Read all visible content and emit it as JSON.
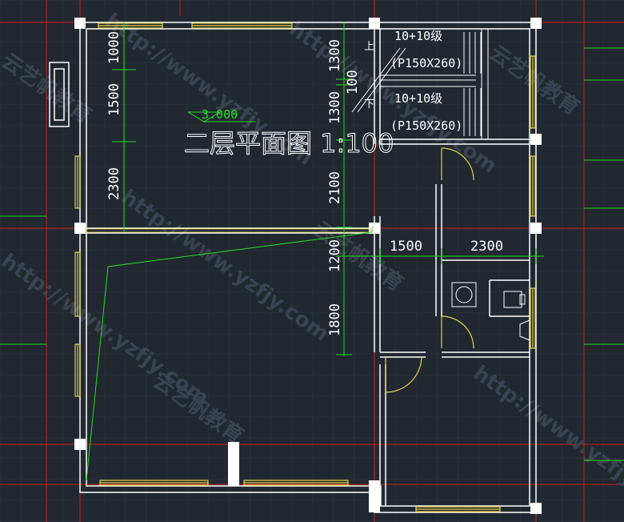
{
  "drawing": {
    "title": "二层平面图 1:100",
    "elevation": "3.000",
    "dimensions": {
      "left_column": [
        "1000",
        "1500",
        "2300"
      ],
      "middle_column_top": [
        "1300",
        "100",
        "1300",
        "2100"
      ],
      "middle_column_bottom": [
        "1200",
        "1800"
      ],
      "right_row": [
        "1500",
        "2300"
      ]
    },
    "stair": {
      "up_label": "上",
      "down_label": "下",
      "up_steps": "10+10级",
      "up_size": "(P150X260)",
      "down_steps": "10+10级",
      "down_size": "(P150X260)"
    },
    "watermarks": {
      "url": "http://www.yzfjy.com",
      "brand": "云艺帆教育"
    }
  },
  "colors": {
    "background": "#212830",
    "grid": "#2c3440",
    "wall": "#ffffff",
    "window": "#e6d34a",
    "axis": "#d02020",
    "dimension": "#22dd22",
    "door": "#e6d34a"
  }
}
